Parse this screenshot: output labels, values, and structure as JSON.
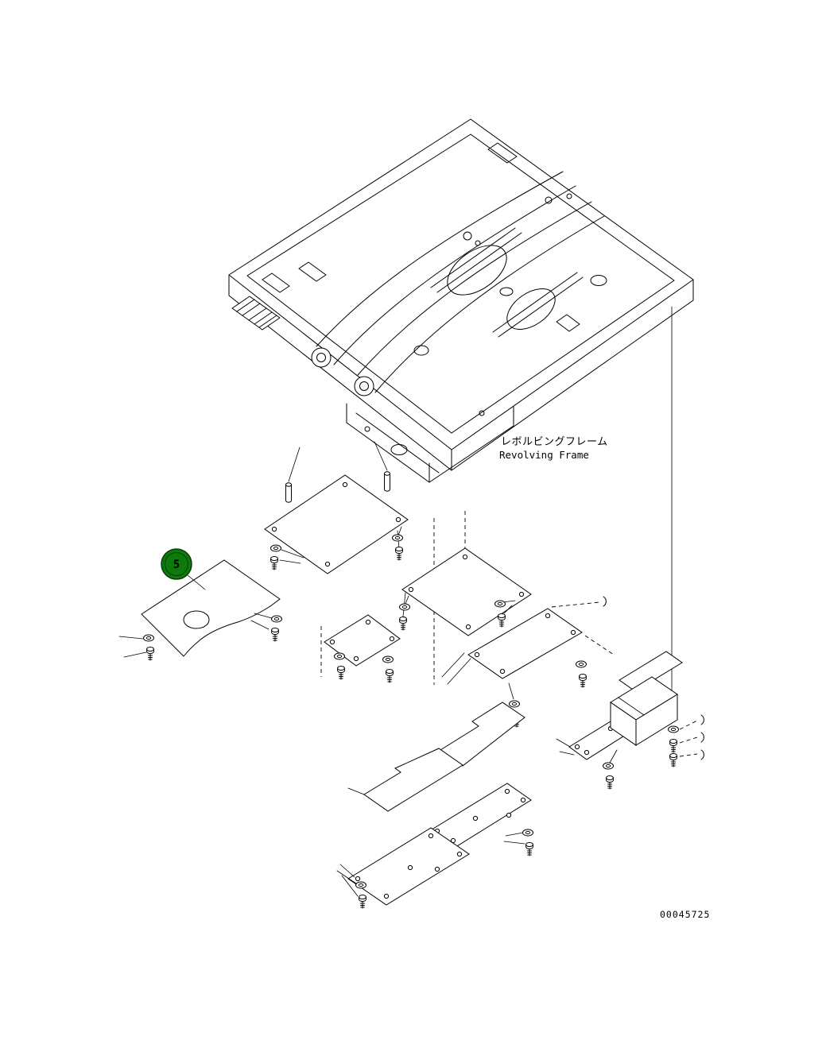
{
  "page": {
    "background_color": "#ffffff",
    "line_color": "#000000"
  },
  "labels": {
    "frame_jp": "レボルビングフレーム",
    "frame_en": "Revolving Frame",
    "doc_number": "00045725"
  },
  "callout": {
    "number": "5",
    "fill_color": "#0c7a0c",
    "ring_color": "#053f05",
    "text_color": "#ffffff"
  }
}
